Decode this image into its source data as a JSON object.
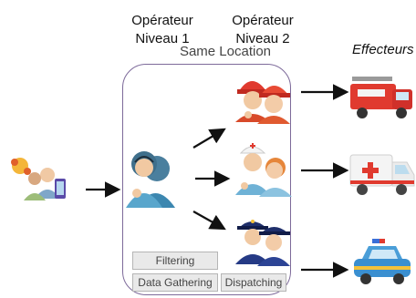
{
  "op1": {
    "line1": "Opérateur",
    "line2": "Niveau 1"
  },
  "op2": {
    "line1": "Opérateur",
    "line2": "Niveau 2"
  },
  "same_location": "Same Location",
  "effecteurs": "Effecteurs",
  "tags": {
    "filtering": "Filtering",
    "data_gathering": "Data Gathering",
    "dispatching": "Dispatching"
  },
  "icons": [
    "caller-icon",
    "operator-level1-icon",
    "firefighters-icon",
    "medics-icon",
    "police-icon",
    "fire-truck-icon",
    "ambulance-icon",
    "police-car-icon"
  ]
}
